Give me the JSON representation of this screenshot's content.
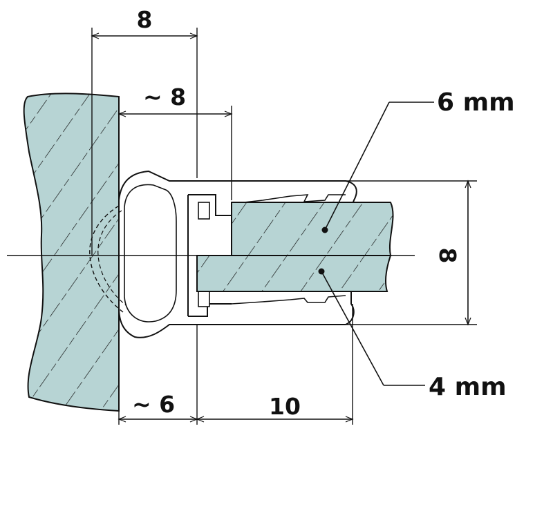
{
  "colors": {
    "fill": "#b7d4d4",
    "line": "#111111",
    "background": "#ffffff"
  },
  "dimensions": {
    "top_width": "8",
    "inner_width": "~ 8",
    "bottom_left": "~ 6",
    "bottom_right": "10",
    "height": "8"
  },
  "callouts": {
    "upper": "6 mm",
    "lower": "4 mm"
  }
}
